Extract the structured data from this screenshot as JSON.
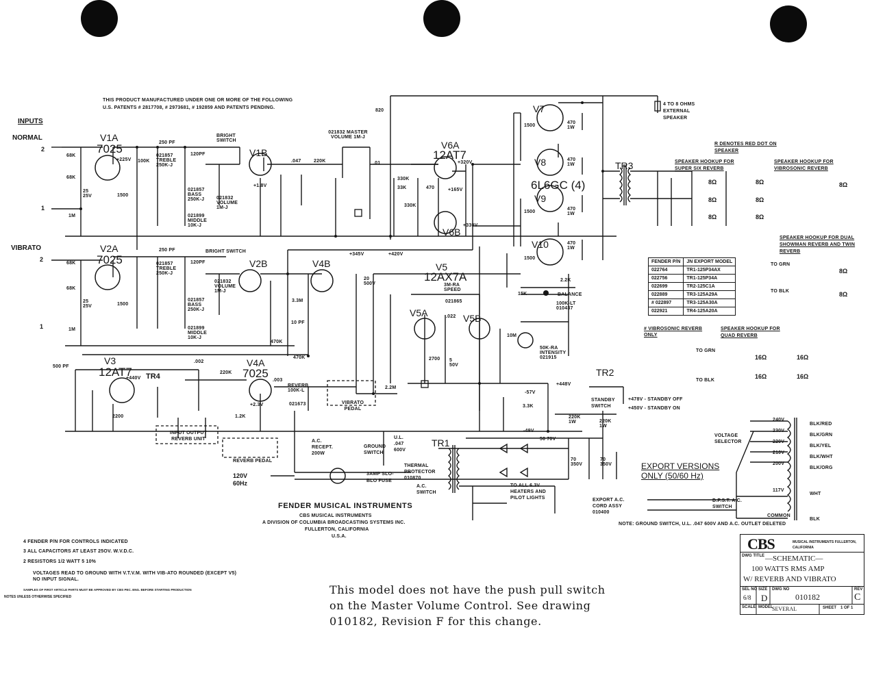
{
  "patent": {
    "line1": "THIS PRODUCT MANUFACTURED UNDER ONE OR MORE OF THE FOLLOWING",
    "line2": "U.S. PATENTS # 2817708, # 2973681, # 192859 AND PATENTS PENDING."
  },
  "inputs": {
    "title": "INPUTS",
    "normal": "NORMAL",
    "vibrato": "VIBRATO",
    "jack2": "2",
    "jack1": "1"
  },
  "tubes": {
    "v1a": "V1A",
    "v1a_type": "7025",
    "v1b": "V1B",
    "v2a": "V2A",
    "v2a_type": "7025",
    "v2b": "V2B",
    "v3": "V3",
    "v3_type": "12AT7",
    "v4a": "V4A",
    "v4a_type": "7025",
    "v4b": "V4B",
    "v5": "V5",
    "v5_type": "12AX7A",
    "v5a": "V5A",
    "v5b": "V5B",
    "v6a": "V6A",
    "v6a_type": "12AT7",
    "v6b": "V6B",
    "v7": "V7",
    "v8": "V8",
    "v9": "V9",
    "v10": "V10",
    "power_type": "6L6GC (4)"
  },
  "transformers": {
    "tr1": "TR1",
    "tr2": "TR2",
    "tr3": "TR3",
    "tr4": "TR4"
  },
  "components": {
    "c250pf_a": "250 PF",
    "c120pf_a": "120PF",
    "treble_a": "021857 TREBLE 250K-J",
    "bass_a": "021857 BASS 250K-J",
    "middle_a": "021899 MIDDLE 10K-J",
    "volume_a": "021832 VOLUME 1M-J",
    "bright_a": "BRIGHT SWITCH",
    "r100k": "100K",
    "c047": ".047",
    "r220k": "220K",
    "master": "021832 MASTER VOLUME 1M-J",
    "r820": "820",
    "c01": ".01",
    "r330k": "330K",
    "r33k": "33K",
    "r470": "470",
    "r1500": "1500",
    "r470_1w": "470 1W",
    "c250pf_b": "250 PF",
    "bright_b": "BRIGHT SWITCH",
    "c120pf_b": "120PF",
    "treble_b": "021857 TREBLE 250K-J",
    "volume_b": "021832 VOLUME 1M-J",
    "bass_b": "021857 BASS 250K-J",
    "middle_b": "021899 MIDDLE 10K-J",
    "r68k": "68K",
    "c25": "25 25V",
    "r1m": "1M",
    "r33m": "3.3M",
    "r470k": "470K",
    "c10pf": "10 PF",
    "r22m": "2.2M",
    "c500pf": "500 PF",
    "c002": ".002",
    "c003": ".003",
    "reverb_pot": "REVERB 100K-L",
    "p021673": "021673",
    "r2200": "2200",
    "r12k": "1.2K",
    "speed": "3M-RA SPEED",
    "p021865": "021865",
    "c022": ".022",
    "r15k": "15K",
    "balance": "BALANCE",
    "p010437": "100K-LT 010437",
    "r10m": "10M",
    "intensity": "50K-RA INTENSITY 021915",
    "r2700": "2700",
    "c5_50v": "5 50V",
    "c20_500v": "20 500V",
    "c70_350v": "70 350V",
    "c50_70v": "50 70V",
    "r33k_b": "3.3K",
    "r22k": "2.2K",
    "r220k_1w": "220K 1W"
  },
  "voltages": {
    "v1": "+225V",
    "v2": "+1.8V",
    "v3": "+320V",
    "v4": "+165V",
    "v5": "+330V",
    "v6": "+345V",
    "v7": "+420V",
    "v8": "+440V",
    "v9": "+2.3V",
    "v10": "-49V",
    "v11": "-57V",
    "v12": "+448V"
  },
  "output": {
    "speaker": "4 TO 8 OHMS EXTERNAL SPEAKER",
    "red_dot": "R DENOTES RED DOT ON SPEAKER",
    "hookup_super": "SPEAKER HOOKUP FOR SUPER SIX REVERB",
    "hookup_vibro": "SPEAKER HOOKUP FOR VIBROSONIC REVERB",
    "hookup_dual": "SPEAKER HOOKUP FOR DUAL SHOWMAN REVERB AND TWIN REVERB",
    "hookup_quad": "SPEAKER HOOKUP FOR QUAD REVERB",
    "vibro_only": "# VIBROSONIC REVERB ONLY",
    "ohm8": "8Ω",
    "ohm16": "16Ω",
    "to_grn": "TO GRN",
    "to_blk": "TO BLK"
  },
  "pn_table": {
    "headers": [
      "FENDER P/N",
      "JN EXPORT MODEL"
    ],
    "rows": [
      [
        "022764",
        "TR1-125P34AX"
      ],
      [
        "022756",
        "TR1-125P34A"
      ],
      [
        "022699",
        "TR2-125C1A"
      ],
      [
        "022889",
        "TR3-125A29A"
      ],
      [
        "# 022897",
        "TR3-125A30A"
      ],
      [
        "022921",
        "TR4-125A20A"
      ]
    ]
  },
  "power": {
    "standby": "STANDBY SWITCH",
    "standby_off": "+478V - STANDBY OFF",
    "standby_on": "+450V - STANDBY ON",
    "ac_recept": "A.C. RECEPT. 200W",
    "ground_switch": "GROUND SWITCH",
    "ul": "U.L. .047 600V",
    "thermal": "THERMAL PROTECTOR 010870",
    "fuse": "3AMP SLO-BLO FUSE",
    "ac_switch": "A.C. SWITCH",
    "line": "120V 60Hz",
    "heaters": "TO ALL 6.3V HEATERS AND PILOT LIGHTS",
    "voltage_selector": "VOLTAGE SELECTOR",
    "taps": [
      "240V",
      "230V",
      "220V",
      "210V",
      "200V",
      "117V",
      "COMMON"
    ],
    "tap_colors": [
      "BLK/RED",
      "BLK/GRN",
      "BLK/YEL",
      "BLK/WHT",
      "BLK/ORG",
      "WHT",
      "BLK"
    ],
    "export": "EXPORT VERSIONS",
    "export_only": "ONLY (50/60 Hz)",
    "export_cord": "EXPORT A.C. CORD ASSY 010400",
    "dpst": "D.P.S.T. A.C. SWITCH",
    "note_deleted": "NOTE: GROUND SWITCH, U.L. .047 600V AND A.C. OUTLET DELETED"
  },
  "pedals": {
    "io_unit": "INPUT OUTPUT REVERB UNIT",
    "reverb_pedal": "REVERB PEDAL",
    "vibrato_pedal": "VIBRATO PEDAL"
  },
  "company": {
    "name": "FENDER MUSICAL INSTRUMENTS",
    "division": "CBS MUSICAL INSTRUMENTS",
    "parent": "A DIVISION OF COLUMBIA BROADCASTING SYSTEMS INC.",
    "city": "FULLERTON, CALIFORNIA",
    "country": "U.S.A."
  },
  "notes": [
    "4  FENDER P/N FOR CONTROLS INDICATED",
    "3  ALL CAPACITORS AT LEAST 25OV. W.V.D.C.",
    "2  RESISTORS 1/2 WATT 5 10%",
    "VOLTAGES READ TO GROUND WITH V.T.V.M. WITH VIB-ATO ROUNDED (EXCEPT V5) NO INPUT SIGNAL.",
    "SAMPLES OF FIRST ARTICLE PARTS MUST BE APPROVED BY CBS PEC. ENG. BEFORE STARTING PRODUCTION"
  ],
  "notes_footer": "NOTES UNLESS OTHERWISE SPECIFIED",
  "revision_note": [
    "This model does not have the push pull switch",
    "on the Master Volume Control.  See drawing",
    "010182, Revision F for this change."
  ],
  "title_block": {
    "brand": "CBS",
    "brand_sub": "MUSICAL INSTRUMENTS FULLERTON, CALIFORNIA",
    "dwg_title_label": "DWG TITLE",
    "line1": "—SCHEMATIC—",
    "line2": "100 WATTS RMS AMP",
    "line3": "W/ REVERB AND VIBRATO",
    "sel_no_label": "SEL NO",
    "sel_no": "6/8",
    "size_label": "SIZE",
    "size": "D",
    "dwg_no_label": "DWG NO",
    "dwg_no": "010182",
    "rev_label": "REV",
    "rev": "C",
    "scale_label": "SCALE",
    "model_label": "MODEL",
    "model": "SEVERAL",
    "sheet_label": "SHEET",
    "sheet": "1 OF 1"
  }
}
